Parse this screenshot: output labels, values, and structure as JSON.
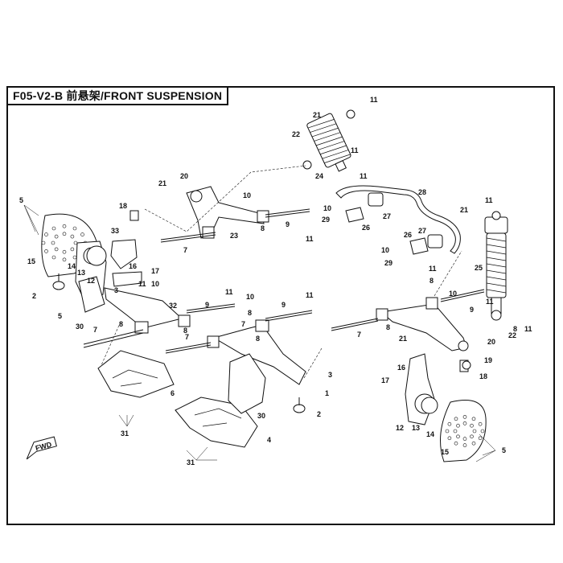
{
  "title": "F05-V2-B 前悬架/FRONT SUSPENSION",
  "fwd_label": "FWD",
  "callouts": [
    {
      "id": "c11a",
      "text": "11"
    },
    {
      "id": "c21a",
      "text": "21"
    },
    {
      "id": "c22a",
      "text": "22"
    },
    {
      "id": "c11b",
      "text": "11"
    },
    {
      "id": "c20a",
      "text": "20"
    },
    {
      "id": "c21b",
      "text": "21"
    },
    {
      "id": "c10a",
      "text": "10"
    },
    {
      "id": "c18a",
      "text": "18"
    },
    {
      "id": "c5a",
      "text": "5"
    },
    {
      "id": "c33",
      "text": "33"
    },
    {
      "id": "c23",
      "text": "23"
    },
    {
      "id": "c8a",
      "text": "8"
    },
    {
      "id": "c9a",
      "text": "9"
    },
    {
      "id": "c11c",
      "text": "11"
    },
    {
      "id": "c7a",
      "text": "7"
    },
    {
      "id": "c15a",
      "text": "15"
    },
    {
      "id": "c14a",
      "text": "14"
    },
    {
      "id": "c16a",
      "text": "16"
    },
    {
      "id": "c17a",
      "text": "17"
    },
    {
      "id": "c13a",
      "text": "13"
    },
    {
      "id": "c12a",
      "text": "12"
    },
    {
      "id": "c11d",
      "text": "11"
    },
    {
      "id": "c10b",
      "text": "10"
    },
    {
      "id": "c2a",
      "text": "2"
    },
    {
      "id": "c3a",
      "text": "3"
    },
    {
      "id": "c5b",
      "text": "5"
    },
    {
      "id": "c32",
      "text": "32"
    },
    {
      "id": "c30a",
      "text": "30"
    },
    {
      "id": "c7b",
      "text": "7"
    },
    {
      "id": "c8b",
      "text": "8"
    },
    {
      "id": "c24",
      "text": "24"
    },
    {
      "id": "c11e",
      "text": "11"
    },
    {
      "id": "c28",
      "text": "28"
    },
    {
      "id": "c10c",
      "text": "10"
    },
    {
      "id": "c29a",
      "text": "29"
    },
    {
      "id": "c27a",
      "text": "27"
    },
    {
      "id": "c26a",
      "text": "26"
    },
    {
      "id": "c11f",
      "text": "11"
    },
    {
      "id": "c21c",
      "text": "21"
    },
    {
      "id": "c26b",
      "text": "26"
    },
    {
      "id": "c27b",
      "text": "27"
    },
    {
      "id": "c10d",
      "text": "10"
    },
    {
      "id": "c29b",
      "text": "29"
    },
    {
      "id": "c11g",
      "text": "11"
    },
    {
      "id": "c25",
      "text": "25"
    },
    {
      "id": "c8c",
      "text": "8"
    },
    {
      "id": "c10e",
      "text": "10"
    },
    {
      "id": "c9b",
      "text": "9"
    },
    {
      "id": "c11h",
      "text": "11"
    },
    {
      "id": "c9c",
      "text": "9"
    },
    {
      "id": "c11i",
      "text": "11"
    },
    {
      "id": "c10f",
      "text": "10"
    },
    {
      "id": "c8d",
      "text": "8"
    },
    {
      "id": "c9d",
      "text": "9"
    },
    {
      "id": "c11j",
      "text": "11"
    },
    {
      "id": "c8e",
      "text": "8"
    },
    {
      "id": "c7c",
      "text": "7"
    },
    {
      "id": "c8f",
      "text": "8"
    },
    {
      "id": "c7d",
      "text": "7"
    },
    {
      "id": "c8g",
      "text": "8"
    },
    {
      "id": "c7e",
      "text": "7"
    },
    {
      "id": "c11k",
      "text": "11"
    },
    {
      "id": "c22b",
      "text": "22"
    },
    {
      "id": "c8h",
      "text": "8"
    },
    {
      "id": "c21d",
      "text": "21"
    },
    {
      "id": "c20b",
      "text": "20"
    },
    {
      "id": "c19",
      "text": "19"
    },
    {
      "id": "c18b",
      "text": "18"
    },
    {
      "id": "c3b",
      "text": "3"
    },
    {
      "id": "c1",
      "text": "1"
    },
    {
      "id": "c16b",
      "text": "16"
    },
    {
      "id": "c17b",
      "text": "17"
    },
    {
      "id": "c6",
      "text": "6"
    },
    {
      "id": "c30b",
      "text": "30"
    },
    {
      "id": "c2b",
      "text": "2"
    },
    {
      "id": "c12b",
      "text": "12"
    },
    {
      "id": "c13b",
      "text": "13"
    },
    {
      "id": "c14b",
      "text": "14"
    },
    {
      "id": "c31a",
      "text": "31"
    },
    {
      "id": "c4",
      "text": "4"
    },
    {
      "id": "c31b",
      "text": "31"
    },
    {
      "id": "c15b",
      "text": "15"
    },
    {
      "id": "c5c",
      "text": "5"
    }
  ]
}
